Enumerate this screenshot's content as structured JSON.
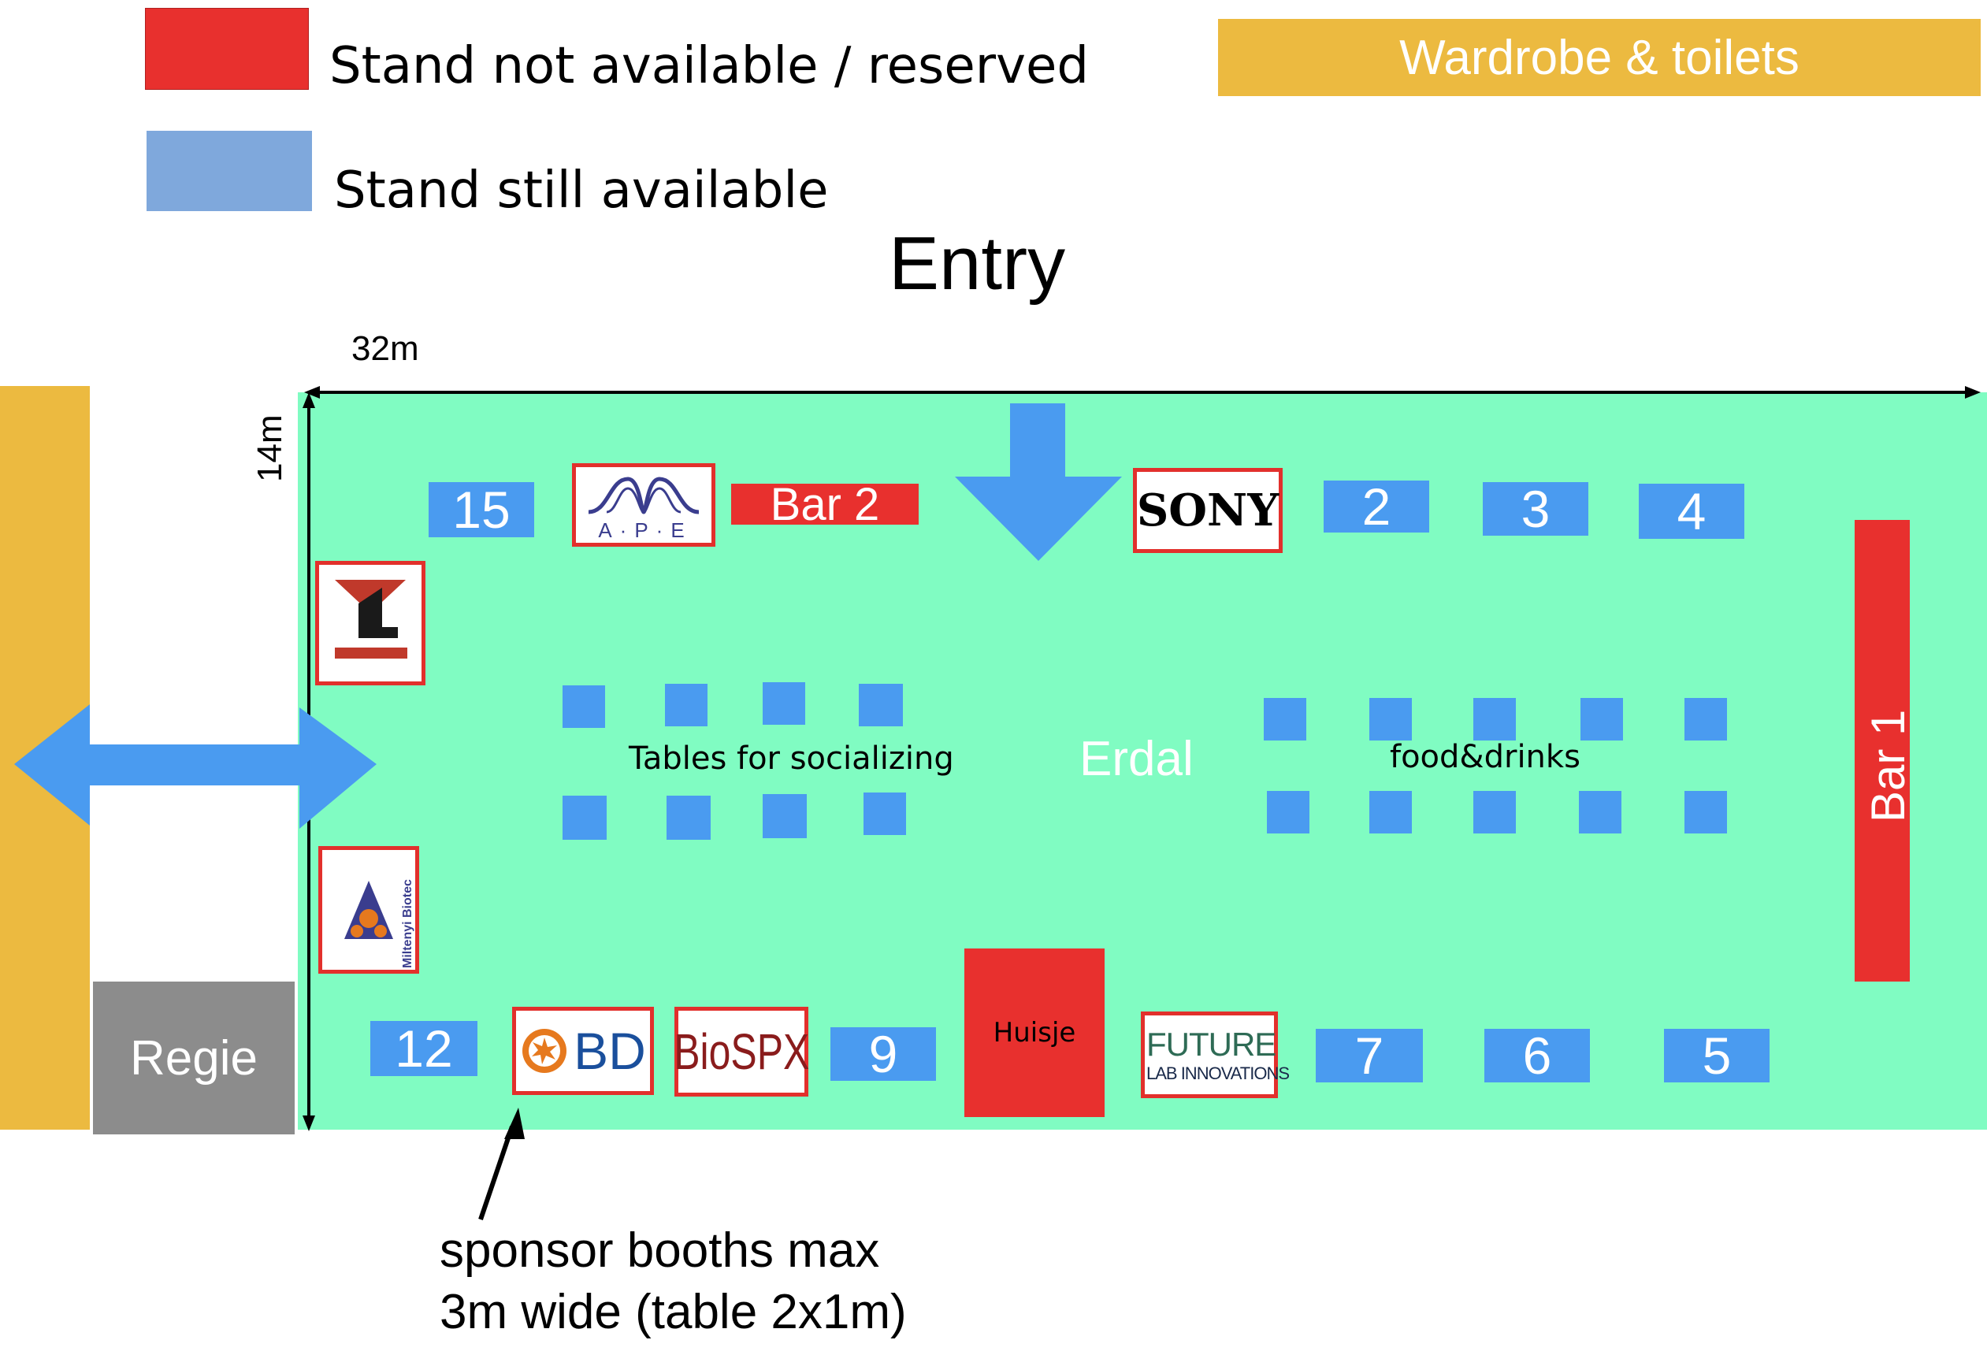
{
  "colors": {
    "reserved": "#e8302e",
    "available": "#7fa8dc",
    "hall": "#80fcc2",
    "wardrobe": "#ecba40",
    "stand_blue": "#4a9bf0",
    "regie": "#8c8c8c"
  },
  "legend": {
    "reserved_label": "Stand not available / reserved",
    "available_label": "Stand still available",
    "wardrobe_label": "Wardrobe & toilets"
  },
  "entry_label": "Entry",
  "dimensions": {
    "width": "32m",
    "height": "14m"
  },
  "hall_name": "Erdal",
  "areas": {
    "tables_label": "Tables for socializing",
    "food_label": "food&drinks",
    "huisje": "Huisje",
    "regie": "Regie",
    "bar1": "Bar 1",
    "bar2": "Bar 2"
  },
  "stands": {
    "s2": "2",
    "s3": "3",
    "s4": "4",
    "s5": "5",
    "s6": "6",
    "s7": "7",
    "s9": "9",
    "s12": "12",
    "s15": "15"
  },
  "sponsors": {
    "ape": "A·P·E",
    "sony": "SONY",
    "bd": "BD",
    "biospx": "BioSPX",
    "future": "FUTURE",
    "future_sub": "LAB INNOVATIONS",
    "miltenyi": "Miltenyi Biotec"
  },
  "note": {
    "line1": "sponsor booths max",
    "line2": "3m wide (table 2x1m)"
  }
}
